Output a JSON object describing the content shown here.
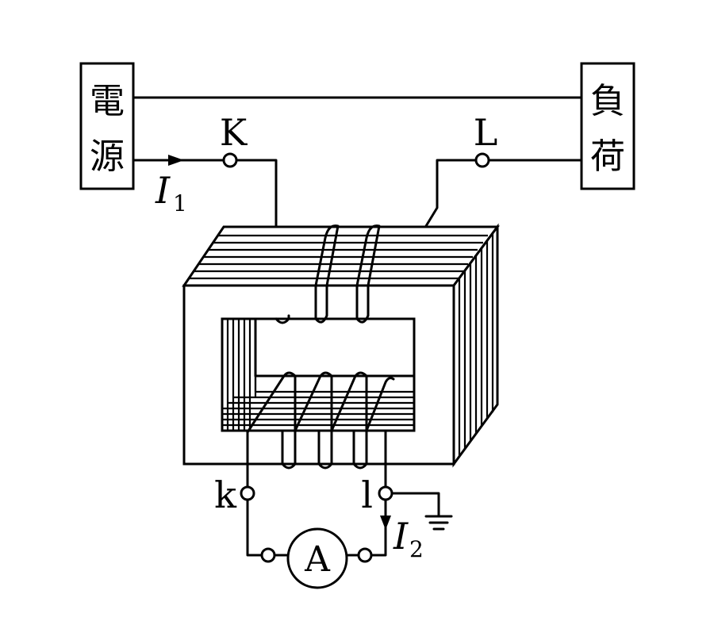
{
  "diagram": {
    "source_box": {
      "line1": "電",
      "line2": "源"
    },
    "load_box": {
      "line1": "負",
      "line2": "荷"
    },
    "terminals": {
      "K": "K",
      "L": "L",
      "k": "k",
      "l": "l"
    },
    "current_primary": {
      "symbol": "I",
      "subscript": "1"
    },
    "current_secondary": {
      "symbol": "I",
      "subscript": "2"
    },
    "ammeter": {
      "label": "A"
    }
  }
}
